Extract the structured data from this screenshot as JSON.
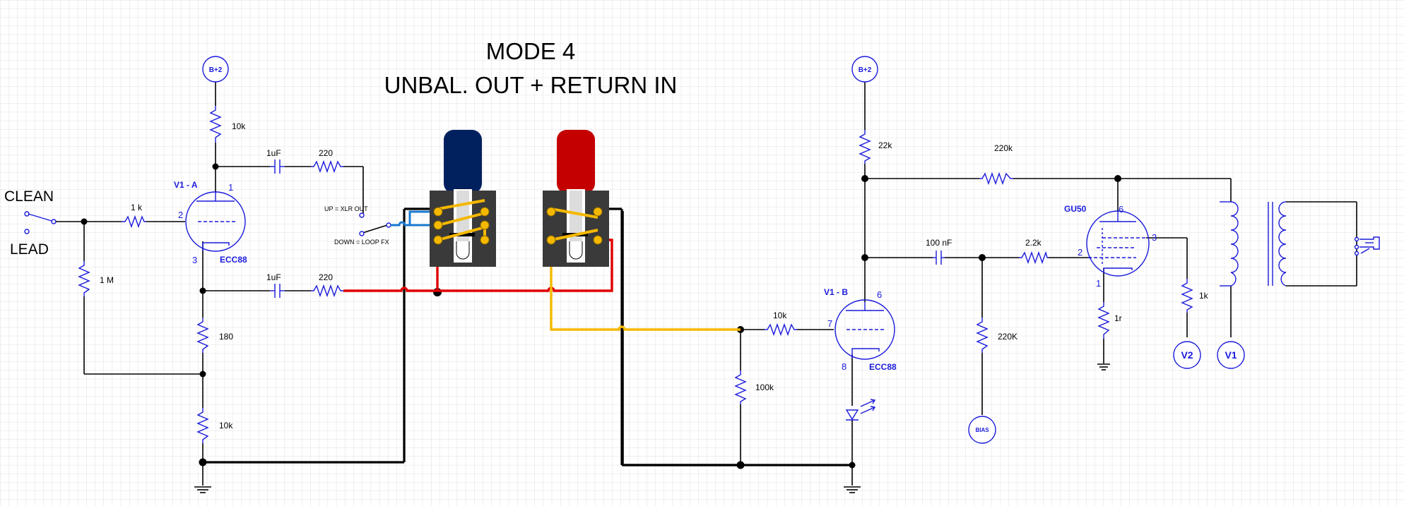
{
  "title": {
    "line1": "MODE 4",
    "line2": "UNBAL. OUT  + RETURN IN"
  },
  "inputs": {
    "clean": "CLEAN",
    "lead": "LEAD"
  },
  "switch_notes": {
    "up": "UP = XLR OUT",
    "down": "DOWN = LOOP FX"
  },
  "terminals": {
    "bplus_left": "B+2",
    "bplus_right": "B+2",
    "bias": "BIAS",
    "v1": "V1",
    "v2": "V2"
  },
  "tubes": {
    "v1a": {
      "name": "V1 - A",
      "type": "ECC88",
      "pin_plate": "1",
      "pin_grid": "2",
      "pin_cathode": "3"
    },
    "v1b": {
      "name": "V1 - B",
      "type": "ECC88",
      "pin_plate": "6",
      "pin_grid": "7",
      "pin_cathode": "8"
    },
    "gu50": {
      "name": "GU50",
      "pin_plate": "6",
      "pin_screen": "3",
      "pin_grid": "2",
      "pin_cathode": "1"
    }
  },
  "components": {
    "r_plate_a": "10k",
    "c_out_top": "1uF",
    "r_out_top": "220",
    "r_grid_a": "1 k",
    "r_input": "1 M",
    "c_out_bottom": "1uF",
    "r_out_bottom": "220",
    "r_cathode_a": "180",
    "r_cathode_a2": "10k",
    "r_grid_b": "10k",
    "r_grid_leak_b": "100k",
    "r_plate_b": "22k",
    "r_feedback": "220k",
    "c_coupling": "100 nF",
    "r_grid_stop": "2.2k",
    "r_bias": "220K",
    "r_screen": "1k",
    "r_cathode_pwr": "1r"
  },
  "colors": {
    "component": "#1a1adb",
    "wire": "#000000",
    "tip_wire": "#e00000",
    "ring_wire": "#f5b800",
    "switch_wire": "#1a7ad0",
    "jack_body": "#3a3a3a",
    "jack_blue_cap": "#00215e",
    "jack_red_cap": "#c40000",
    "grid": "#d8d8d8"
  }
}
